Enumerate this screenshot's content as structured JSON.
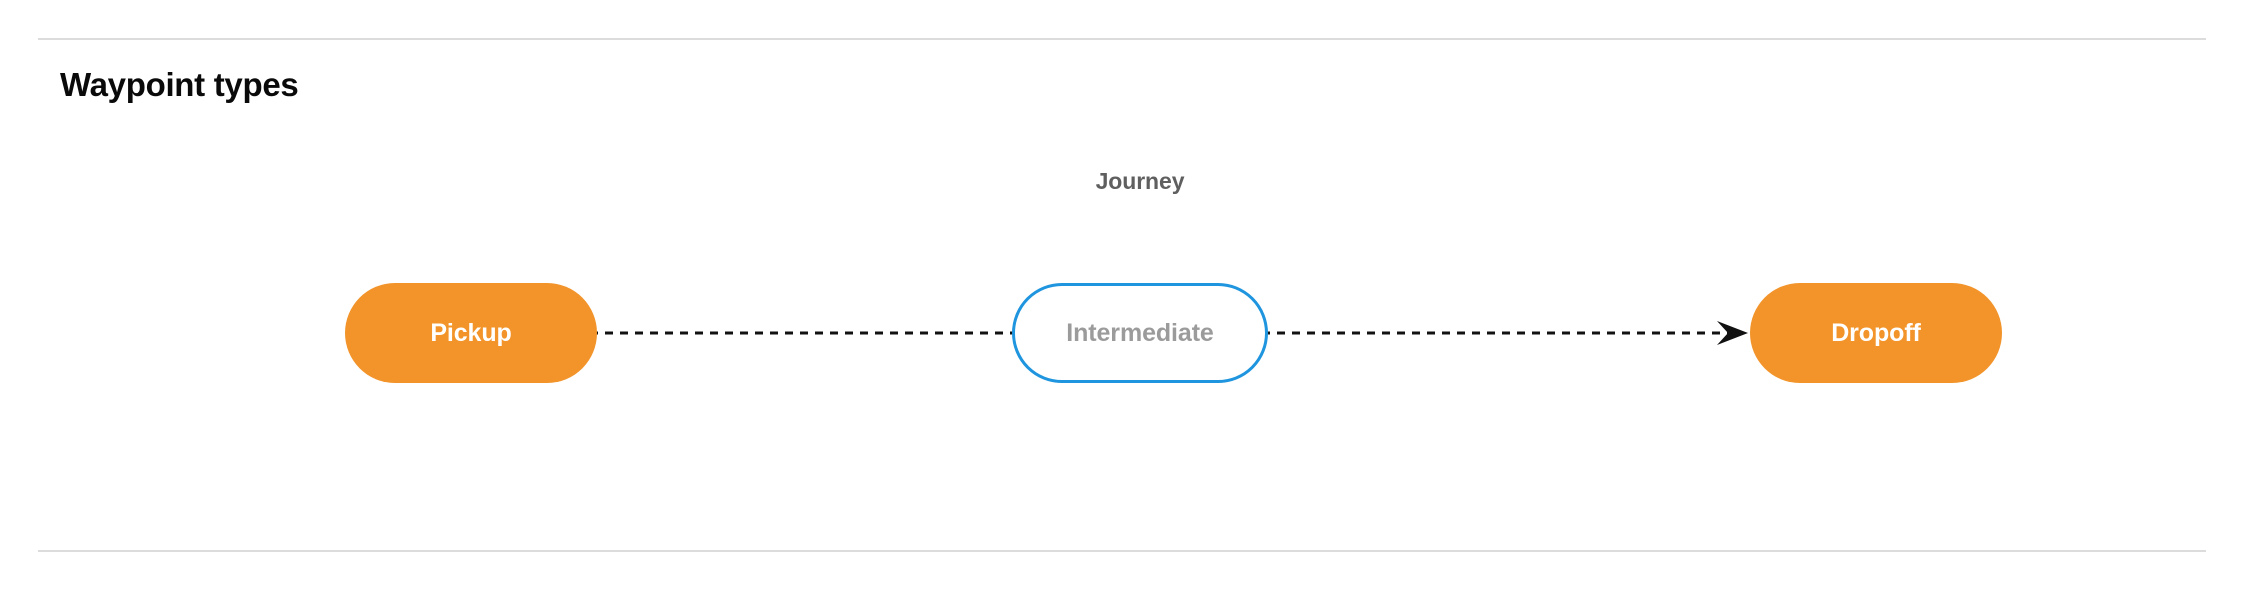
{
  "page": {
    "title": "Waypoint types",
    "background_color": "#ffffff",
    "divider_color": "#dcdcdc"
  },
  "diagram": {
    "label": "Journey",
    "label_color": "#5f5f5f",
    "nodes": [
      {
        "id": "pickup",
        "label": "Pickup",
        "style": "filled",
        "fill_color": "#f2942a",
        "text_color": "#ffffff"
      },
      {
        "id": "intermediate",
        "label": "Intermediate",
        "style": "outlined",
        "fill_color": "#ffffff",
        "border_color": "#1e95de",
        "text_color": "#9b9b9b"
      },
      {
        "id": "dropoff",
        "label": "Dropoff",
        "style": "filled",
        "fill_color": "#f2942a",
        "text_color": "#ffffff"
      }
    ],
    "edges": [
      {
        "id": "pickup-to-intermediate",
        "from": "pickup",
        "to": "intermediate",
        "line_style": "dashed",
        "color": "#111111",
        "arrowhead": false
      },
      {
        "id": "intermediate-to-dropoff",
        "from": "intermediate",
        "to": "dropoff",
        "line_style": "dashed",
        "color": "#111111",
        "arrowhead": true
      }
    ]
  }
}
